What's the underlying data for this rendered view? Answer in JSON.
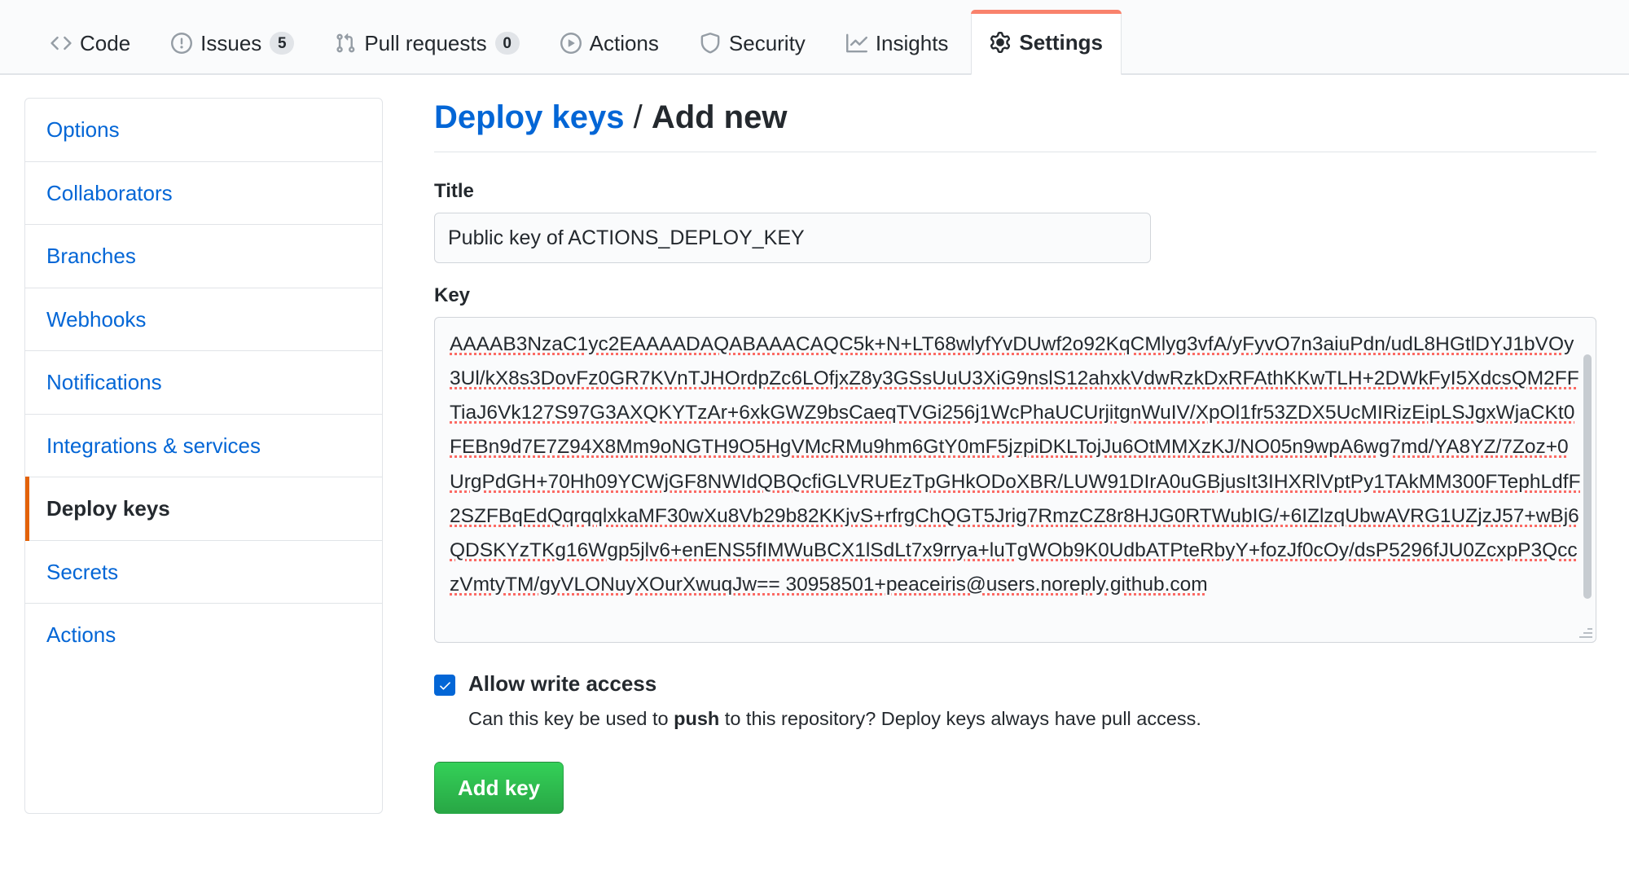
{
  "repo_nav": {
    "tabs": [
      {
        "label": "Code",
        "icon": "code-icon",
        "counter": null,
        "selected": false
      },
      {
        "label": "Issues",
        "icon": "issue-opened-icon",
        "counter": "5",
        "selected": false
      },
      {
        "label": "Pull requests",
        "icon": "git-pull-request-icon",
        "counter": "0",
        "selected": false
      },
      {
        "label": "Actions",
        "icon": "play-icon",
        "counter": null,
        "selected": false
      },
      {
        "label": "Security",
        "icon": "shield-icon",
        "counter": null,
        "selected": false
      },
      {
        "label": "Insights",
        "icon": "graph-icon",
        "counter": null,
        "selected": false
      },
      {
        "label": "Settings",
        "icon": "gear-icon",
        "counter": null,
        "selected": true
      }
    ],
    "selected_accent": "#f9826c"
  },
  "sidebar": {
    "items": [
      {
        "label": "Options",
        "selected": false
      },
      {
        "label": "Collaborators",
        "selected": false
      },
      {
        "label": "Branches",
        "selected": false
      },
      {
        "label": "Webhooks",
        "selected": false
      },
      {
        "label": "Notifications",
        "selected": false
      },
      {
        "label": "Integrations & services",
        "selected": false
      },
      {
        "label": "Deploy keys",
        "selected": true
      },
      {
        "label": "Secrets",
        "selected": false
      },
      {
        "label": "Actions",
        "selected": false
      }
    ],
    "selected_accent": "#e36209",
    "link_color": "#0366d6"
  },
  "main": {
    "heading": {
      "link_text": "Deploy keys",
      "separator": " / ",
      "current": "Add new"
    },
    "title_field": {
      "label": "Title",
      "value": "Public key of ACTIONS_DEPLOY_KEY",
      "placeholder": ""
    },
    "key_field": {
      "label": "Key",
      "placeholder": "",
      "value": "AAAAB3NzaC1yc2EAAAADAQABAAACAQC5k+N+LT68wlyfYvDUwf2o92KqCMlyg3vfA/yFyvO7n3aiuPdn/udL8HGtlDYJ1bVOy3Ul/kX8s3DovFz0GR7KVnTJHOrdpZc6LOfjxZ8y3GSsUuU3XiG9nslS12ahxkVdwRzkDxRFAthKKwTLH+2DWkFyI5XdcsQM2FFTiaJ6Vk127S97G3AXQKYTzAr+6xkGWZ9bsCaeqTVGi256j1WcPhaUCUrjitgnWuIV/XpOl1fr53ZDX5UcMIRizEipLSJgxWjaCKt0FEBn9d7E7Z94X8Mm9oNGTH9O5HgVMcRMu9hm6GtY0mF5jzpiDKLTojJu6OtMMXzKJ/NO05n9wpA6wg7md/YA8YZ/7Zoz+0UrgPdGH+70Hh09YCWjGF8NWIdQBQcfiGLVRUEzTpGHkODoXBR/LUW91DIrA0uGBjusIt3IHXRlVptPy1TAkMM300FTephLdfF2SZFBqEdQqrqqlxkaMF30wXu8Vb29b82KKjvS+rfrgChQGT5Jrig7RmzCZ8r8HJG0RTWubIG/+6IZlzqUbwAVRG1UZjzJ57+wBj6QDSKYzTKg16Wgp5jlv6+enENS5fIMWuBCX1lSdLt7x9rrya+luTgWOb9K0UdbATPteRbyY+fozJf0cOy/dsP5296fJU0ZcxpP3QcczVmtyTM/gyVLONuyXOurXwuqJw== 30958501+peaceiris@users.noreply.github.com"
    },
    "write_access": {
      "checked": true,
      "label": "Allow write access",
      "description_prefix": "Can this key be used to ",
      "description_bold": "push",
      "description_suffix": " to this repository? Deploy keys always have pull access."
    },
    "submit_button": {
      "label": "Add key",
      "color": "#28a745"
    }
  }
}
